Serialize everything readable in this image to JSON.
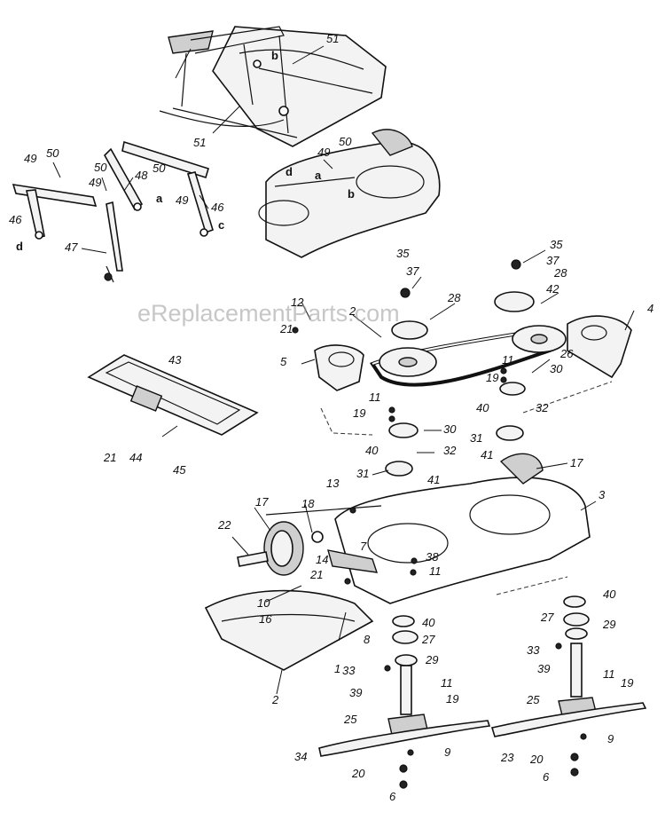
{
  "watermark": "eReplacementParts.com",
  "callouts": {
    "p1": "1",
    "p2": "2",
    "p3": "3",
    "p4": "4",
    "p5": "5",
    "p6a": "6",
    "p6b": "6",
    "p7": "7",
    "p8": "8",
    "p9a": "9",
    "p9b": "9",
    "p10": "10",
    "p11a": "11",
    "p11b": "11",
    "p11c": "11",
    "p11d": "11",
    "p11e": "11",
    "p12": "12",
    "p13": "13",
    "p14": "14",
    "p16": "16",
    "p17a": "17",
    "p17b": "17",
    "p18": "18",
    "p19a": "19",
    "p19b": "19",
    "p19c": "19",
    "p19d": "19",
    "p20a": "20",
    "p20b": "20",
    "p21a": "21",
    "p21b": "21",
    "p21c": "21",
    "p22": "22",
    "p23": "23",
    "p25a": "25",
    "p25b": "25",
    "p26": "26",
    "p27a": "27",
    "p27b": "27",
    "p28a": "28",
    "p28b": "28",
    "p29a": "29",
    "p29b": "29",
    "p30a": "30",
    "p30b": "30",
    "p31a": "31",
    "p31b": "31",
    "p32a": "32",
    "p32b": "32",
    "p33a": "33",
    "p33b": "33",
    "p34": "34",
    "p35a": "35",
    "p35b": "35",
    "p37a": "37",
    "p37b": "37",
    "p38": "38",
    "p39a": "39",
    "p39b": "39",
    "p40a": "40",
    "p40b": "40",
    "p40c": "40",
    "p40d": "40",
    "p41a": "41",
    "p41b": "41",
    "p42": "42",
    "p43": "43",
    "p44": "44",
    "p45": "45",
    "p46a": "46",
    "p46b": "46",
    "p47": "47",
    "p48": "48",
    "p49a": "49",
    "p49b": "49",
    "p49c": "49",
    "p50a": "50",
    "p50b": "50",
    "p50c": "50",
    "p51a": "51",
    "p51b": "51"
  },
  "letters": {
    "a1": "a",
    "a2": "a",
    "b1": "b",
    "b2": "b",
    "c1": "c",
    "d1": "d",
    "d2": "d"
  }
}
